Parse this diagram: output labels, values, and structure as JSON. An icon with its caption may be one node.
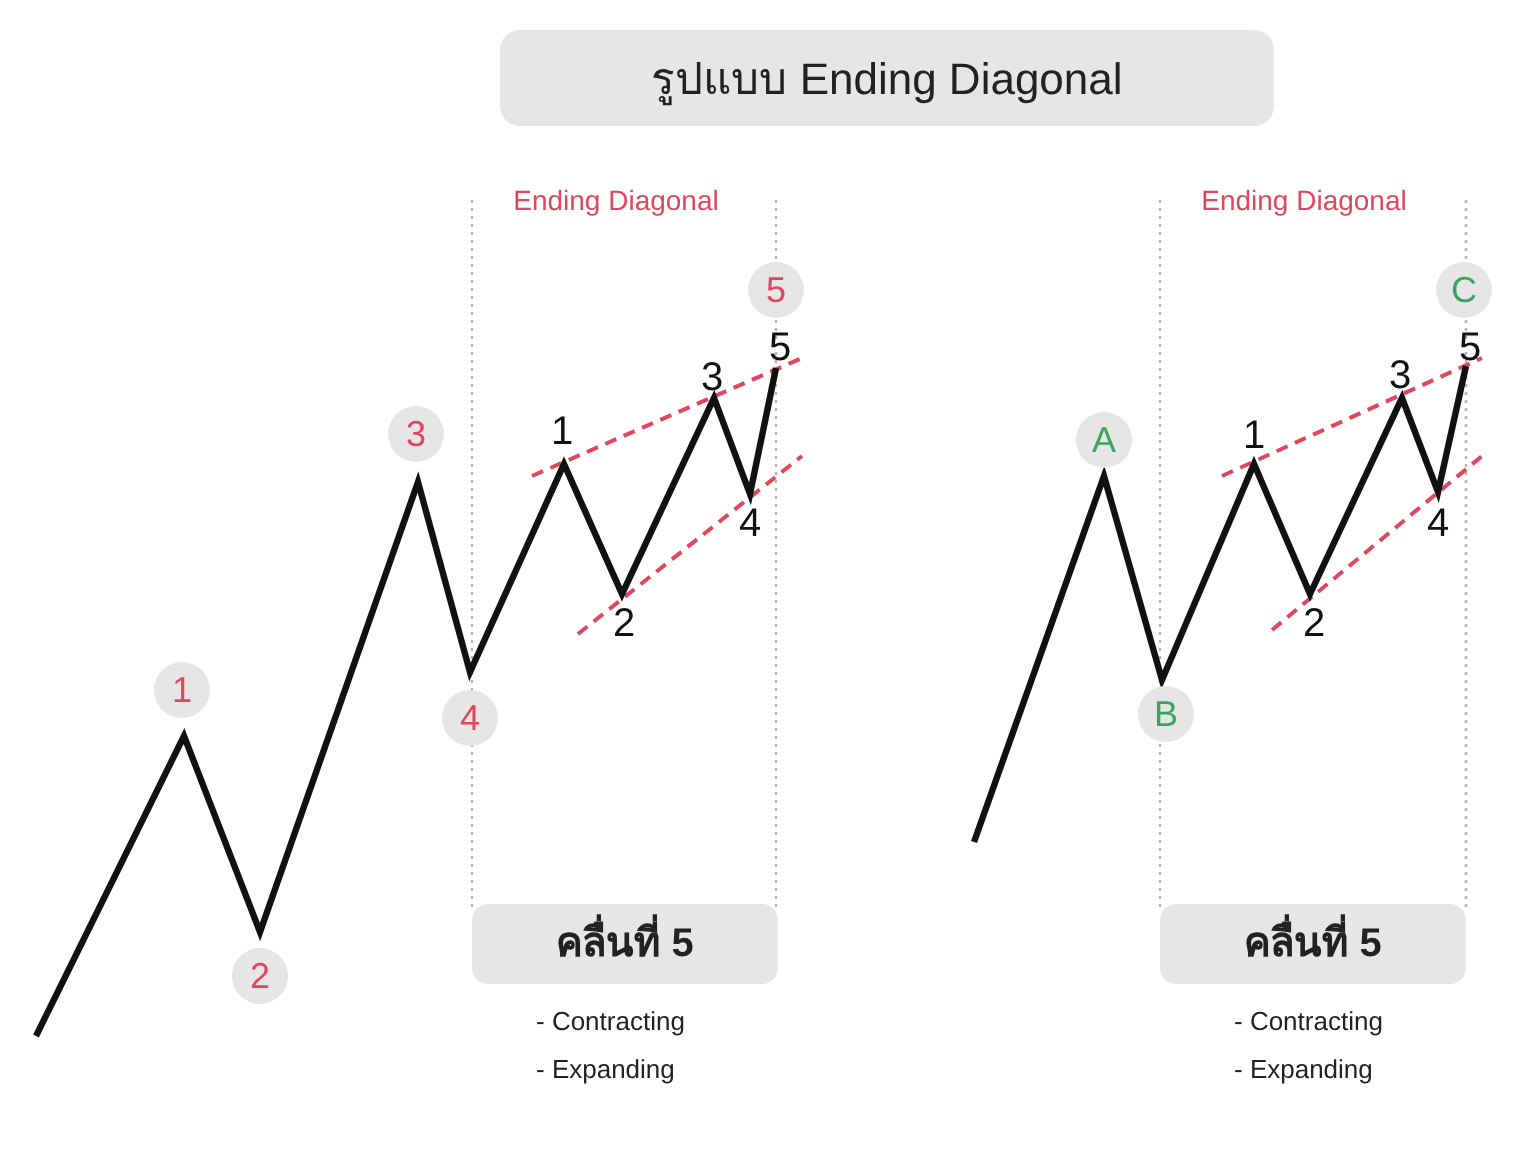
{
  "diagram": {
    "nodes": [
      {
        "text": [
          "รูปแบบ Ending Diagonal"
        ]
      },
      {
        "text": [
          "1"
        ]
      },
      {
        "text": [
          "2"
        ]
      },
      {
        "text": [
          "3"
        ]
      },
      {
        "text": [
          "4"
        ]
      },
      {
        "text": [
          "5"
        ]
      },
      {
        "text": [
          "A"
        ]
      },
      {
        "text": [
          "B"
        ]
      },
      {
        "text": [
          "C"
        ]
      },
      {
        "text": [
          "คลื่นที่ 5"
        ],
        "beside": [
          "- Contracting",
          "- Expanding"
        ]
      },
      {
        "text": [
          "คลื่นที่ 5"
        ],
        "beside": [
          "- Contracting",
          "- Expanding"
        ]
      }
    ],
    "labels": [
      "Ending Diagonal",
      "1",
      "3",
      "5",
      "2",
      "4",
      "Ending Diagonal",
      "1",
      "3",
      "5",
      "2",
      "4"
    ]
  }
}
